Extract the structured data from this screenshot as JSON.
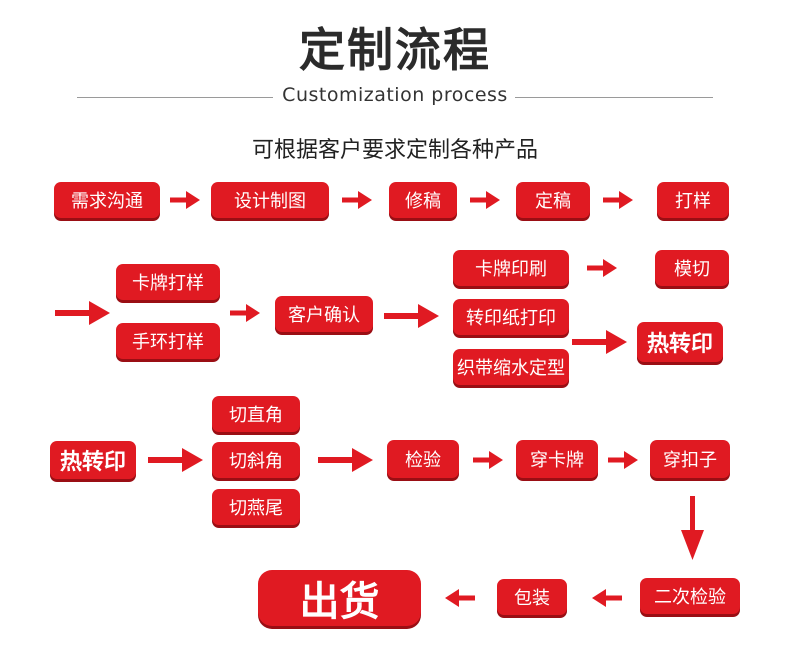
{
  "header": {
    "title": "定制流程",
    "subtitle": "Customization process",
    "description": "可根据客户要求定制各种产品"
  },
  "colors": {
    "node": "#e01a22",
    "node_shadow": "#9a0e14",
    "arrow": "#e01a22"
  },
  "steps": {
    "demand": "需求沟通",
    "design": "设计制图",
    "revise": "修稿",
    "finalize": "定稿",
    "sample": "打样",
    "card_sample": "卡牌打样",
    "bracelet_sample": "手环打样",
    "customer_confirm": "客户确认",
    "card_print": "卡牌印刷",
    "transfer_paper_print": "转印纸打印",
    "ribbon_shrink_shape": "织带缩水定型",
    "die_cut": "模切",
    "heat_transfer": "热转印",
    "heat_transfer_2": "热转印",
    "cut_right_angle": "切直角",
    "cut_bevel": "切斜角",
    "cut_swallowtail": "切燕尾",
    "inspect": "检验",
    "thread_card": "穿卡牌",
    "thread_buckle": "穿扣子",
    "second_inspect": "二次检验",
    "pack": "包装",
    "ship": "出货"
  }
}
